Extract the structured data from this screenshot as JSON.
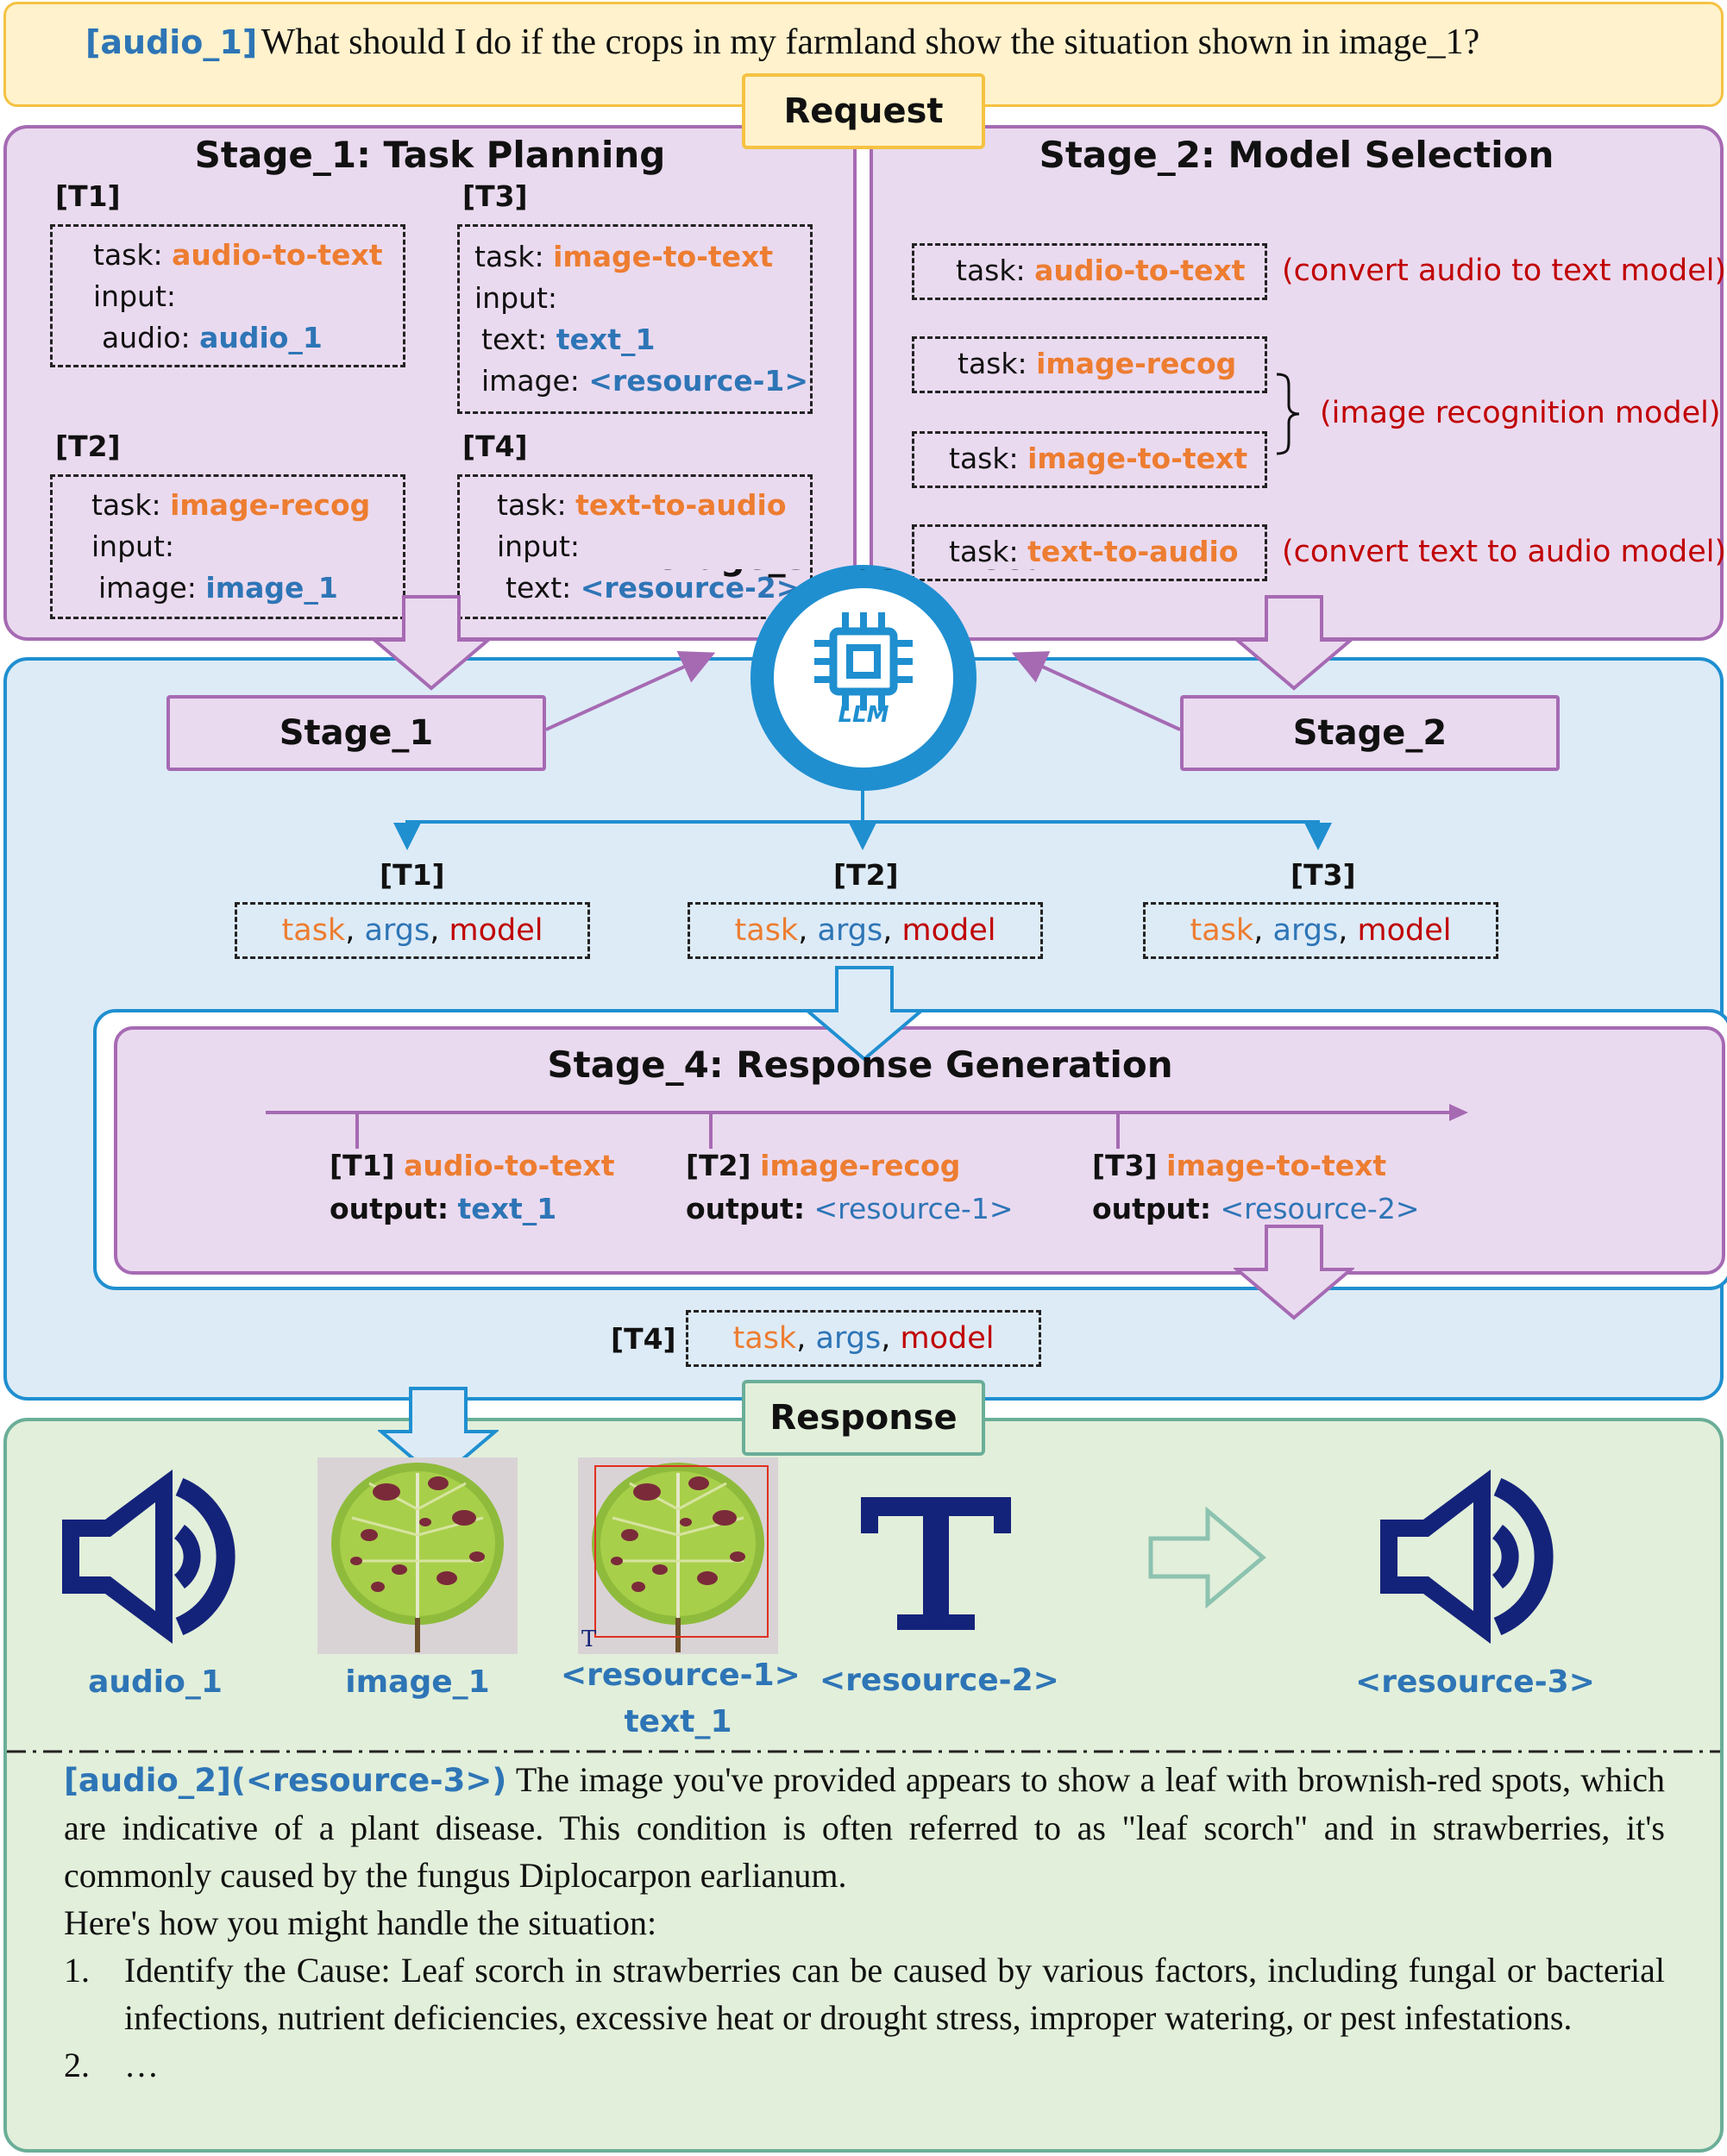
{
  "request": {
    "audio_tag": "[audio_1]",
    "question": "What should I do if the crops in my farmland show the situation shown in image_1?",
    "label": "Request"
  },
  "stage1": {
    "title": "Stage_1: Task Planning",
    "tasks": [
      {
        "id": "[T1]",
        "task_key": "task:",
        "task": "audio-to-text",
        "input_key": "input:",
        "arg_key": "audio:",
        "arg": "audio_1"
      },
      {
        "id": "[T2]",
        "task_key": "task:",
        "task": "image-recog",
        "input_key": "input:",
        "arg_key": "image:",
        "arg": "image_1"
      },
      {
        "id": "[T3]",
        "task_key": "task:",
        "task": "image-to-text",
        "input_key": "input:",
        "arg_key": "text:",
        "arg": "text_1",
        "arg2_key": "image:",
        "arg2": "<resource-1>"
      },
      {
        "id": "[T4]",
        "task_key": "task:",
        "task": "text-to-audio",
        "input_key": "input:",
        "arg_key": "text:",
        "arg": "<resource-2>"
      }
    ]
  },
  "stage2": {
    "title": "Stage_2: Model Selection",
    "items": [
      {
        "task_key": "task:",
        "task": "audio-to-text",
        "note": "(convert audio to text model)"
      },
      {
        "task_key": "task:",
        "task": "image-recog"
      },
      {
        "task_key": "task:",
        "task": "image-to-text"
      },
      {
        "task_key": "task:",
        "task": "text-to-audio",
        "note": "(convert text to audio model)"
      }
    ],
    "group_note": "(image recognition model)"
  },
  "stage3": {
    "title": "Stage_3: Task Execution",
    "llm": "LLM",
    "stage1_tag": "Stage_1",
    "stage2_tag": "Stage_2",
    "exec": [
      {
        "id": "[T1]",
        "task": "task",
        "args": "args",
        "model": "model",
        "sep": ","
      },
      {
        "id": "[T2]",
        "task": "task",
        "args": "args",
        "model": "model",
        "sep": ","
      },
      {
        "id": "[T3]",
        "task": "task",
        "args": "args",
        "model": "model",
        "sep": ","
      },
      {
        "id": "[T4]",
        "task": "task",
        "args": "args",
        "model": "model",
        "sep": ","
      }
    ]
  },
  "stage4": {
    "title": "Stage_4: Response Generation",
    "outputs": [
      {
        "id": "[T1]",
        "task": "audio-to-text",
        "out_key": "output:",
        "out": "text_1"
      },
      {
        "id": "[T2]",
        "task": "image-recog",
        "out_key": "output:",
        "out": "<resource-1>"
      },
      {
        "id": "[T3]",
        "task": "image-to-text",
        "out_key": "output:",
        "out": "<resource-2>"
      }
    ]
  },
  "response": {
    "label": "Response",
    "resources": [
      {
        "label": "audio_1",
        "icon": "speaker-icon"
      },
      {
        "label": "image_1",
        "icon": "leaf-image"
      },
      {
        "label": "<resource-1>",
        "label2": "text_1",
        "icon": "leaf-image-boxed"
      },
      {
        "label": "<resource-2>",
        "icon": "text-icon"
      },
      {
        "label": "<resource-3>",
        "icon": "speaker-icon"
      }
    ],
    "box_caption": "T",
    "answer_tag": "[audio_2](<resource-3>)",
    "answer_p1": "The image you've provided appears to show a leaf with brownish-red spots, which are indicative of a plant disease. This condition is often referred to as \"leaf scorch\" and in strawberries, it's commonly caused by the fungus Diplocarpon earlianum.",
    "answer_p2": "Here's how you might handle the situation:",
    "list": [
      {
        "num": "1.",
        "text": "Identify the Cause: Leaf scorch in strawberries can be caused by various factors, including fungal or bacterial infections, nutrient deficiencies, excessive heat or drought stress, improper watering, or pest infestations."
      },
      {
        "num": "2.",
        "text": "…"
      }
    ]
  },
  "colors": {
    "task": "#ED7D31",
    "arg": "#2E75B6",
    "model": "#C00000",
    "request_bg": "#FFF2CC",
    "request_border": "#F5C242",
    "purple_bg": "#EADAEF",
    "purple_border": "#A66AB3",
    "blue_bg": "#DDEBF7",
    "blue_border": "#1F8FD0",
    "green_bg": "#E2EFDA",
    "green_border": "#6AAE98",
    "icon": "#14237A"
  }
}
